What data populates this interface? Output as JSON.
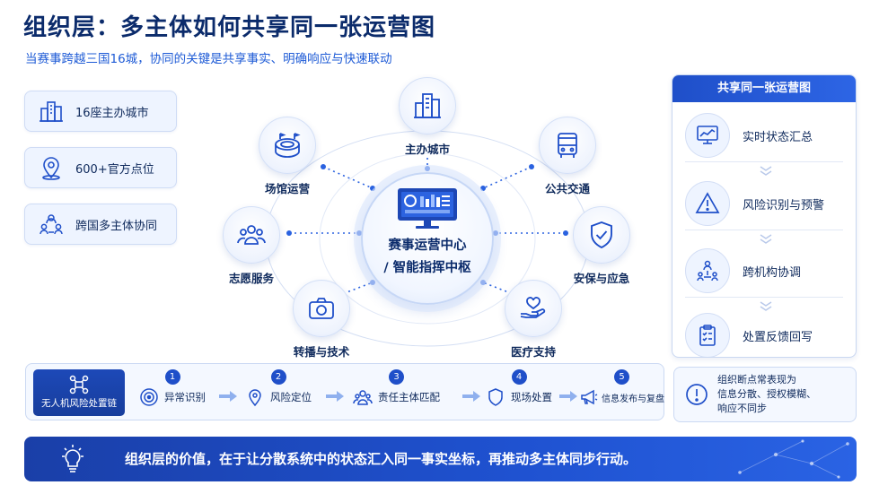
{
  "header": {
    "title": "组织层：多主体如何共享同一张运营图",
    "subtitle": "当赛事跨越三国16城，协同的关键是共享事实、明确响应与快速联动"
  },
  "stats": [
    {
      "label": "16座主办城市",
      "icon": "city-buildings-icon"
    },
    {
      "label": "600+官方点位",
      "icon": "location-pin-icon"
    },
    {
      "label": "跨国多主体协同",
      "icon": "people-network-icon"
    }
  ],
  "hub": {
    "center_line1": "赛事运营中心",
    "center_line2": "/ 智能指挥中枢",
    "nodes": [
      {
        "label": "主办城市",
        "icon": "city-buildings-icon"
      },
      {
        "label": "场馆运营",
        "icon": "stadium-icon"
      },
      {
        "label": "公共交通",
        "icon": "bus-icon"
      },
      {
        "label": "志愿服务",
        "icon": "volunteers-icon"
      },
      {
        "label": "安保与应急",
        "icon": "shield-check-icon"
      },
      {
        "label": "转播与技术",
        "icon": "camera-icon"
      },
      {
        "label": "医疗支持",
        "icon": "hand-heart-icon"
      }
    ]
  },
  "panel": {
    "title": "共享同一张运营图",
    "items": [
      {
        "label": "实时状态汇总",
        "icon": "monitor-chart-icon"
      },
      {
        "label": "风险识别与预警",
        "icon": "warning-triangle-icon"
      },
      {
        "label": "跨机构协调",
        "icon": "org-coordination-icon"
      },
      {
        "label": "处置反馈回写",
        "icon": "clipboard-check-icon"
      }
    ]
  },
  "drone_chain": {
    "tag": "无人机风险处置链",
    "steps": [
      {
        "num": "1",
        "label": "异常识别",
        "icon": "radar-icon"
      },
      {
        "num": "2",
        "label": "风险定位",
        "icon": "location-pin-icon"
      },
      {
        "num": "3",
        "label": "责任主体匹配",
        "icon": "team-icon"
      },
      {
        "num": "4",
        "label": "现场处置",
        "icon": "shield-icon"
      },
      {
        "num": "5",
        "label": "信息发布与复盘",
        "icon": "megaphone-icon"
      }
    ]
  },
  "note": {
    "line1": "组织断点常表现为",
    "line2": "信息分散、授权模糊、",
    "line3": "响应不同步"
  },
  "banner": {
    "text": "组织层的价值，在于让分散系统中的状态汇入同一事实坐标，再推动多主体同步行动。"
  },
  "colors": {
    "primary": "#1f4fc9",
    "navy": "#0b2b6b",
    "light_bg": "#eef4ff"
  }
}
